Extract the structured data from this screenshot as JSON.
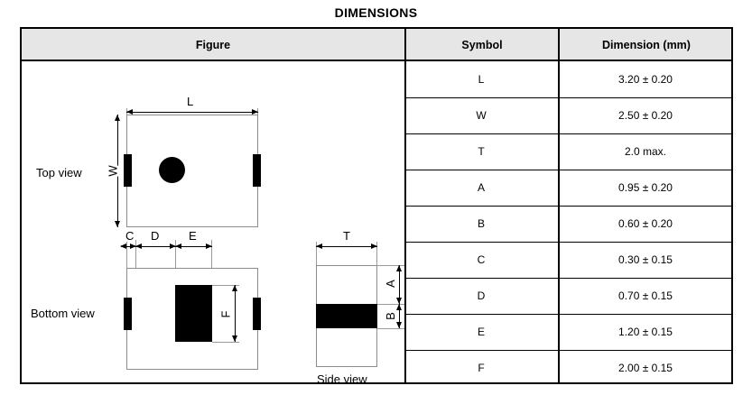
{
  "title": "DIMENSIONS",
  "table": {
    "headers": {
      "figure": "Figure",
      "symbol": "Symbol",
      "dimension": "Dimension (mm)"
    },
    "rows": [
      {
        "symbol": "L",
        "value": "3.20 ± 0.20"
      },
      {
        "symbol": "W",
        "value": "2.50 ± 0.20"
      },
      {
        "symbol": "T",
        "value": "2.0 max."
      },
      {
        "symbol": "A",
        "value": "0.95 ± 0.20"
      },
      {
        "symbol": "B",
        "value": "0.60 ± 0.20"
      },
      {
        "symbol": "C",
        "value": "0.30 ± 0.15"
      },
      {
        "symbol": "D",
        "value": "0.70 ± 0.15"
      },
      {
        "symbol": "E",
        "value": "1.20 ± 0.15"
      },
      {
        "symbol": "F",
        "value": "2.00 ± 0.15"
      }
    ]
  },
  "figure": {
    "top_view": {
      "label": "Top view",
      "dim_length": "L",
      "dim_width": "W"
    },
    "bottom_view": {
      "label": "Bottom view",
      "dim_c": "C",
      "dim_d": "D",
      "dim_e": "E",
      "dim_f": "F"
    },
    "side_view": {
      "label": "Side view",
      "dim_thickness": "T",
      "dim_a": "A",
      "dim_b": "B"
    }
  },
  "colors": {
    "header_fill": "#e6e6e6",
    "line": "#000000",
    "outline": "#8c8c8c",
    "pad_fill": "#000000"
  }
}
